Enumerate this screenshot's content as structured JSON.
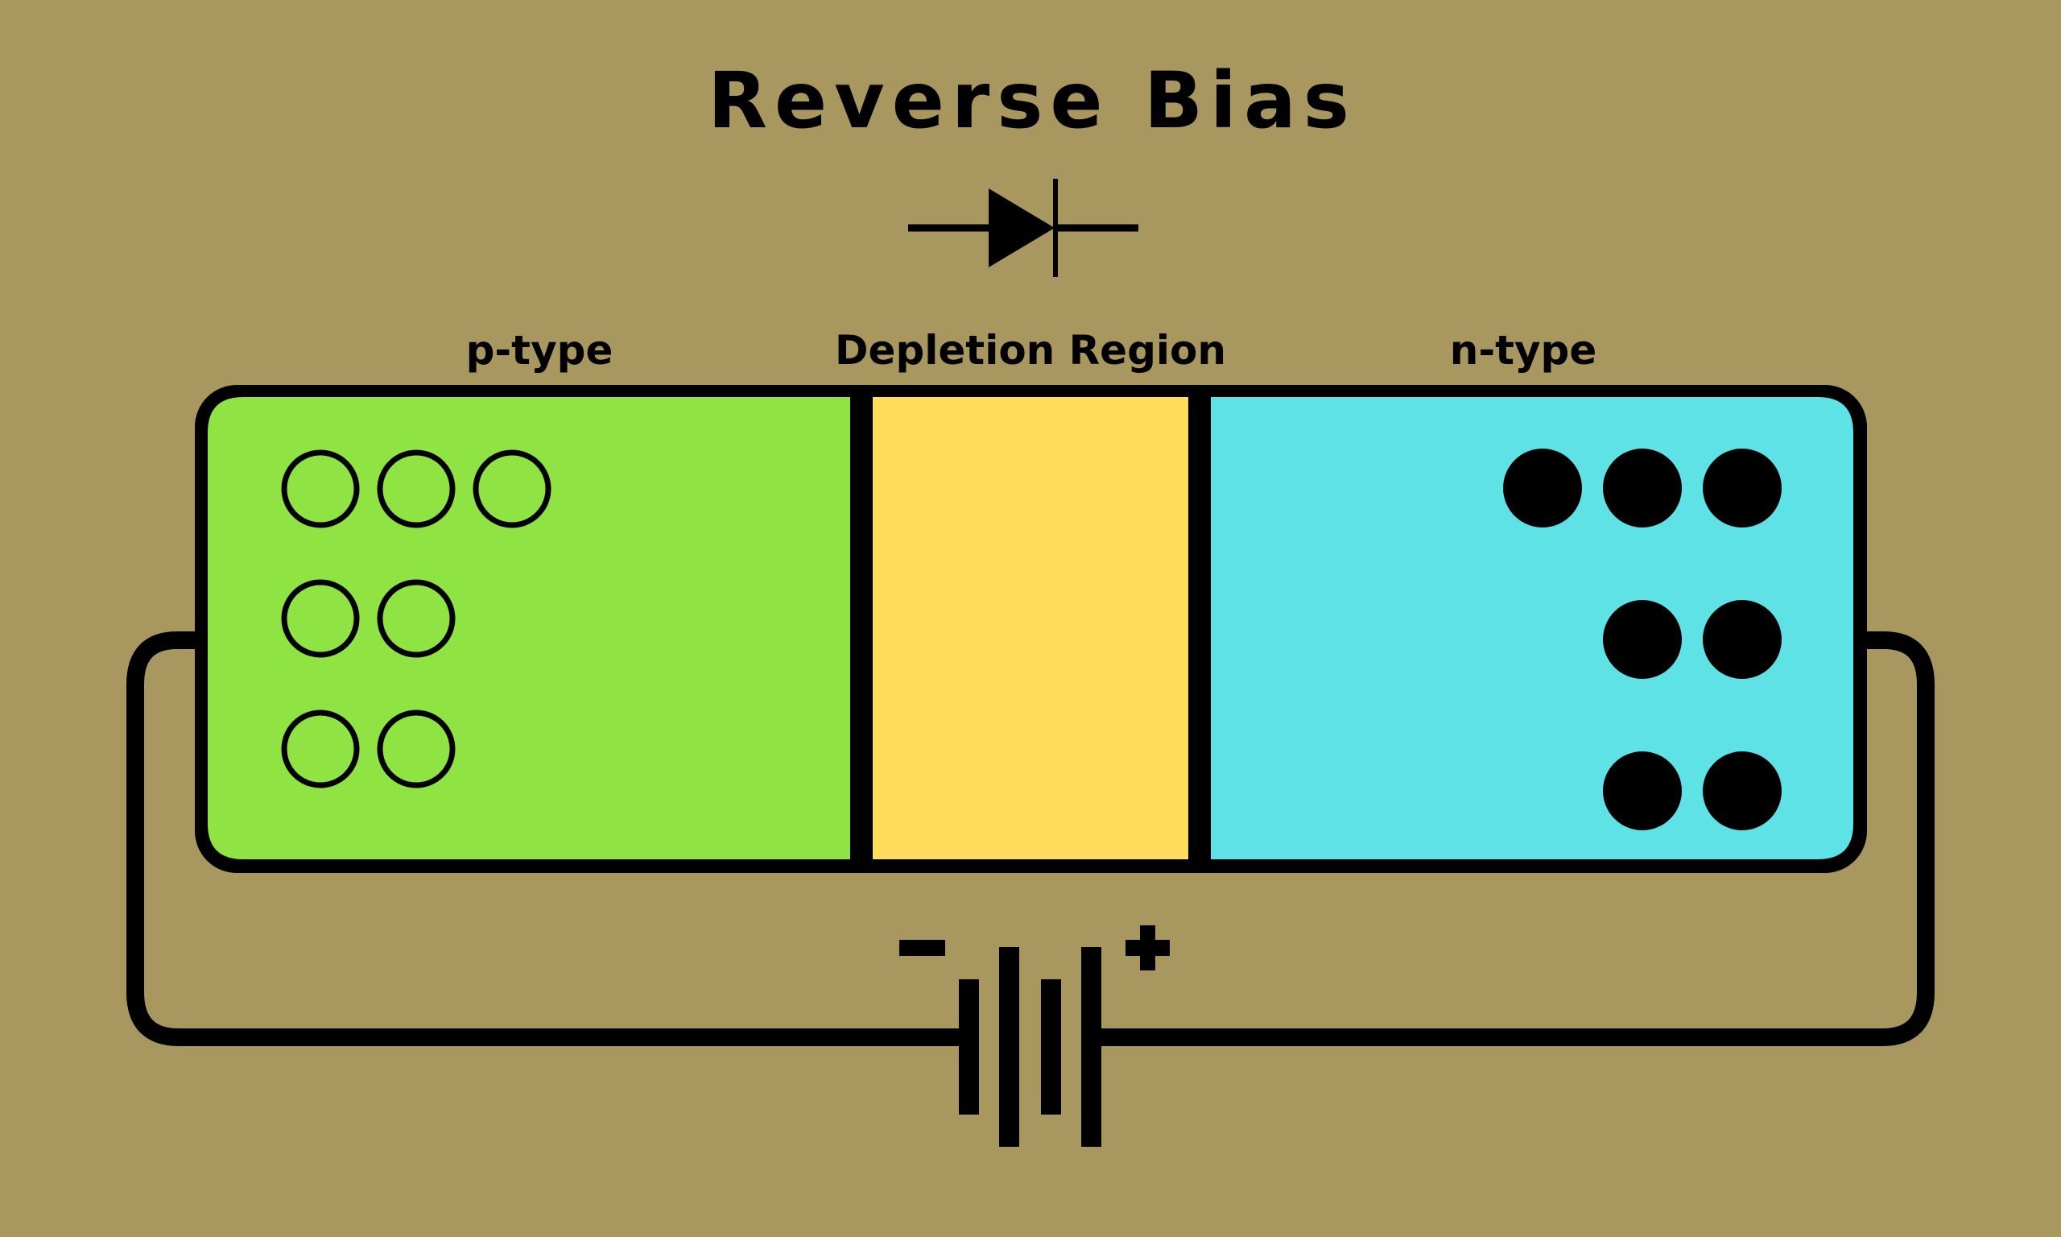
{
  "title": "Reverse Bias",
  "labels": {
    "p_type": "p-type",
    "depletion": "Depletion Region",
    "n_type": "n-type"
  },
  "battery": {
    "negative": "−",
    "positive": "+"
  },
  "carriers": {
    "p_holes": 7,
    "n_electrons": 7
  },
  "colors": {
    "background": "#A89860",
    "p_type": "#8FE443",
    "depletion": "#FFDD5A",
    "n_type": "#5EE2E6",
    "line": "#000000"
  }
}
